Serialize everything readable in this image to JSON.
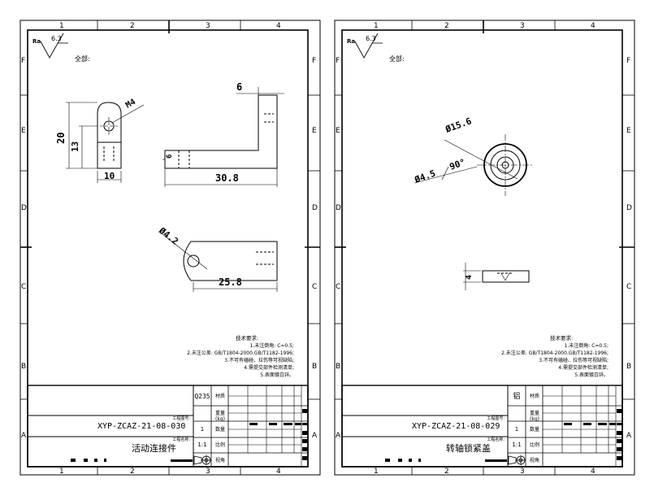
{
  "common": {
    "col_numbers": [
      "1",
      "2",
      "3",
      "4"
    ],
    "row_letters": [
      "F",
      "E",
      "D",
      "C",
      "B",
      "A"
    ],
    "roughness_symbol": "Ra",
    "roughness_value": "6.3",
    "roughness_note": "全部:",
    "tech_title": "技术要求:",
    "tech_reqs": [
      "1.未注倒角: C=0.5;",
      "2.未注公差: GB/T1804-2000.GB/T1182-1996;",
      "3.不可有磕碰、拉伤等可视缺陷;",
      "4.需提交部件检测清单;",
      "5.表面镀白锌。"
    ],
    "labels": {
      "material": "材质",
      "weight": "重量",
      "weight_unit": "(kg)",
      "quantity": "数量",
      "scale": "比例",
      "view": "视角",
      "drawing_no": "工程图号:",
      "drawing_name": "工程名称:"
    }
  },
  "sheets": [
    {
      "material": "Q235",
      "drawing_number": "XYP-ZCAZ-21-08-030",
      "part_name": "活动连接件",
      "quantity": "1",
      "scale": "1:1",
      "dims": {
        "m4": "M4",
        "d20": "20",
        "d13": "13",
        "d10": "10",
        "d6": "6",
        "d6b": "6",
        "d308": "30.8",
        "d42": "Ø4.2",
        "d258": "25.8"
      }
    },
    {
      "material": "铝",
      "drawing_number": "XYP-ZCAZ-21-08-029",
      "part_name": "转轴锁紧盖",
      "quantity": "1",
      "scale": "1:1",
      "dims": {
        "d156": "Ø15.6",
        "d45": "Ø4.5",
        "angle": "90°",
        "d4": "4"
      }
    }
  ]
}
